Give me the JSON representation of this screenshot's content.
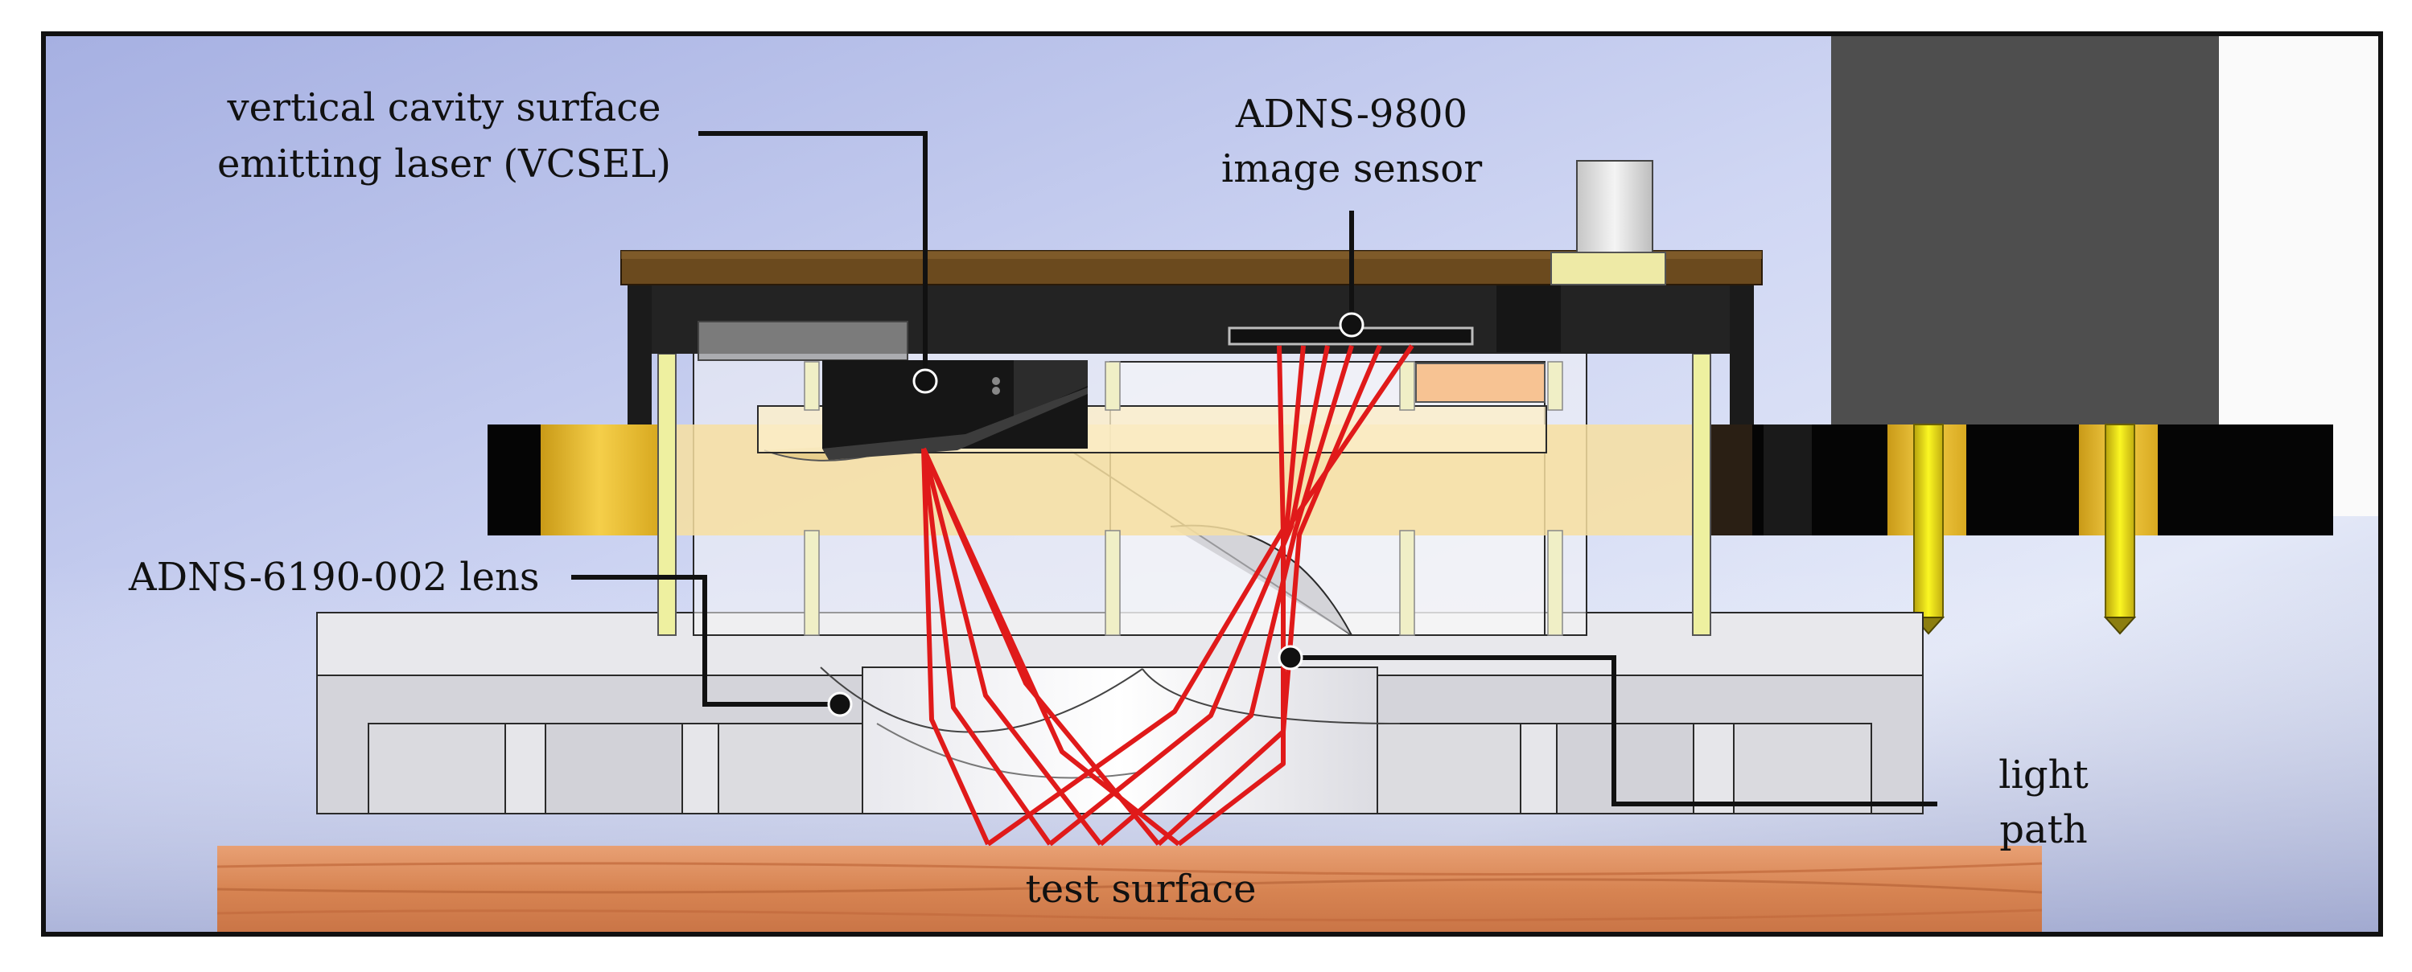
{
  "labels": {
    "vcsel_line1": "vertical cavity surface",
    "vcsel_line2": "emitting laser (VCSEL)",
    "sensor_line1": "ADNS-9800",
    "sensor_line2": "image sensor",
    "lens": "ADNS-6190-002 lens",
    "light_line1": "light",
    "light_line2": "path",
    "surface": "test surface"
  },
  "colors": {
    "frame": "#111111",
    "background_blue": "#b3bce6",
    "pcb_top": "#6b4a1e",
    "housing_dark": "#232323",
    "ring_yellow": "#f7dfa0",
    "ring_gold": "#f0c33a",
    "laser_rays": "#e01a1a",
    "motor_gray": "#4e4e4e",
    "wood": "#d9885a",
    "pin_yellow": "#f2ee10"
  }
}
